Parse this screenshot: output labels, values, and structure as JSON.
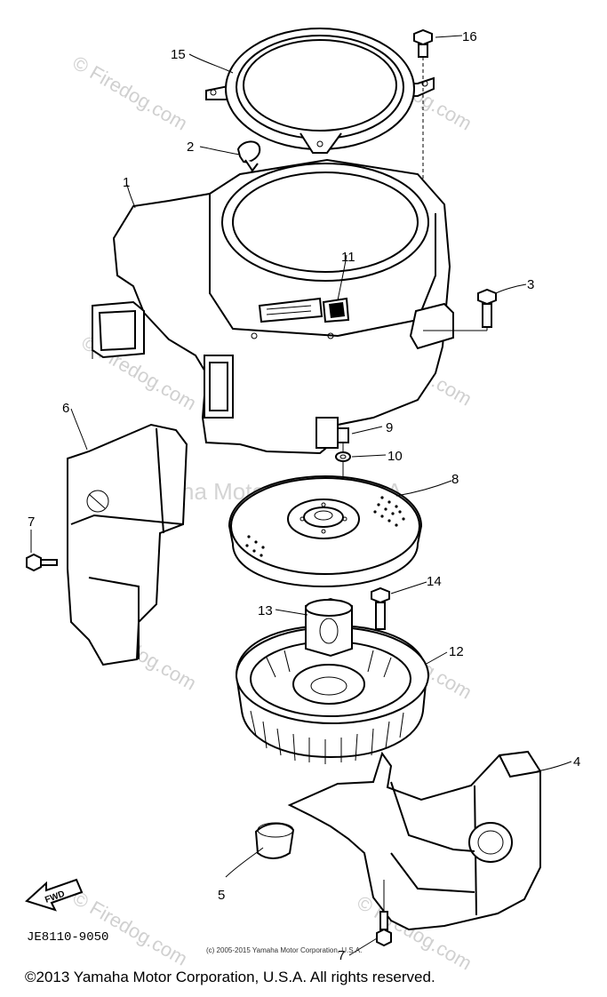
{
  "diagram": {
    "callouts": {
      "c1": "1",
      "c2": "2",
      "c3": "3",
      "c4": "4",
      "c5": "5",
      "c6": "6",
      "c7a": "7",
      "c7b": "7",
      "c8": "8",
      "c9": "9",
      "c10": "10",
      "c11": "11",
      "c12": "12",
      "c13": "13",
      "c14": "14",
      "c15": "15",
      "c16": "16"
    },
    "fwd_label": "FWD",
    "part_code": "JE8110-9050",
    "watermark_brand": "Yamaha Motor Corp. U.S.A.",
    "watermark_site": "© Firedog.com",
    "small_copyright": "(c) 2005-2015 Yamaha Motor Corporation, U.S.A.",
    "copyright": "©2013 Yamaha Motor Corporation, U.S.A. All rights reserved."
  }
}
